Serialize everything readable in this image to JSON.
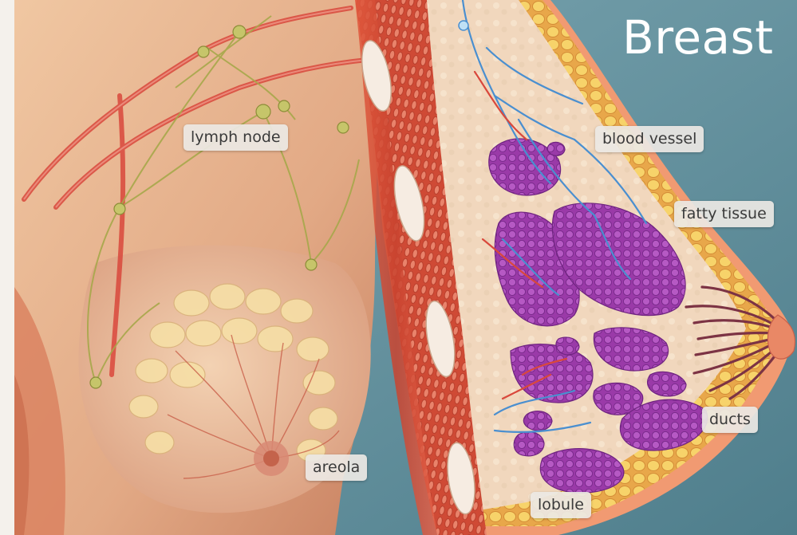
{
  "title": "Breast",
  "labels": {
    "lymph_node": "lymph node",
    "blood_vessel": "blood vessel",
    "fatty_tissue": "fatty tissue",
    "ducts": "ducts",
    "areola": "areola",
    "lobule": "lobule"
  },
  "colors": {
    "background_teal": "#5f8e9c",
    "skin": "#e9b48c",
    "muscle": "#c94a36",
    "fat": "#f2c24a",
    "lobule": "#9a3aa8",
    "vessel_blue": "#4a8fd0",
    "vessel_red": "#d6423a",
    "lymph": "#b7b85a"
  }
}
